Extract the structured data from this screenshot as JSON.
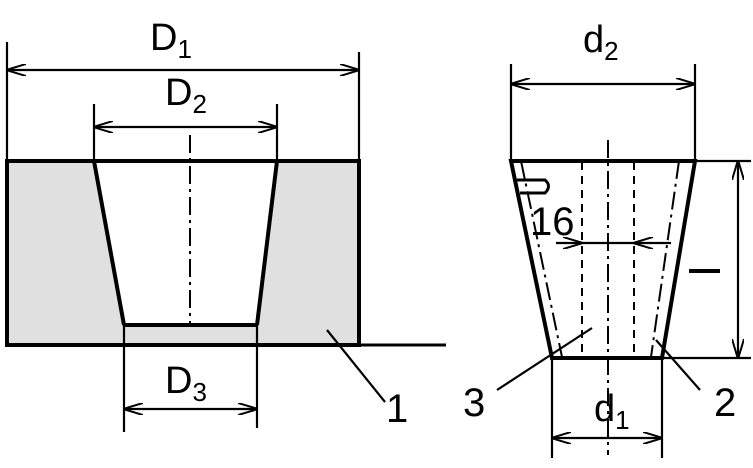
{
  "dimensions": {
    "D1": {
      "letter": "D",
      "sub": "1"
    },
    "D2": {
      "letter": "D",
      "sub": "2"
    },
    "D3": {
      "letter": "D",
      "sub": "3"
    },
    "d2": {
      "letter": "d",
      "sub": "2"
    },
    "d1": {
      "letter": "d",
      "sub": "1"
    },
    "angle": "16",
    "height": "l"
  },
  "callouts": {
    "part1": "1",
    "part2": "2",
    "part3": "3"
  },
  "colors": {
    "ring_fill": "#e0e0e0",
    "line": "#000000"
  }
}
